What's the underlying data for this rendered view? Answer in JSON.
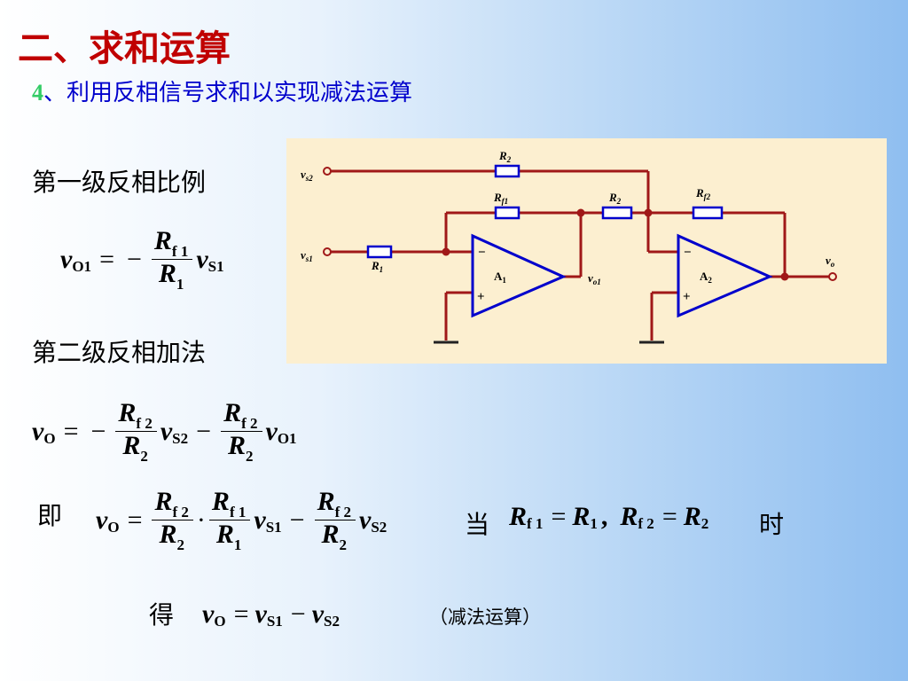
{
  "slide": {
    "title": "二、求和运算",
    "subtitle_num": "4",
    "subtitle_text": "、利用反相信号求和以实现减法运算",
    "stage1_label": "第一级反相比例",
    "stage2_label": "第二级反相加法",
    "ji": "即",
    "dang": "当",
    "shi": "时",
    "de": "得",
    "note": "（减法运算）"
  },
  "eq1": {
    "lhs": "v",
    "lhs_sub": "O1",
    "num": "R",
    "num_sub": "f 1",
    "den": "R",
    "den_sub": "1",
    "var": "v",
    "var_sub": "S1"
  },
  "eq2": {
    "lhs": "v",
    "lhs_sub": "O",
    "t1_num": "R",
    "t1_num_sub": "f 2",
    "t1_den": "R",
    "t1_den_sub": "2",
    "t1_var": "v",
    "t1_var_sub": "S2",
    "t2_num": "R",
    "t2_num_sub": "f 2",
    "t2_den": "R",
    "t2_den_sub": "2",
    "t2_var": "v",
    "t2_var_sub": "O1"
  },
  "eq3": {
    "lhs": "v",
    "lhs_sub": "O",
    "a_num": "R",
    "a_num_sub": "f 2",
    "a_den": "R",
    "a_den_sub": "2",
    "b_num": "R",
    "b_num_sub": "f 1",
    "b_den": "R",
    "b_den_sub": "1",
    "b_var": "v",
    "b_var_sub": "S1",
    "c_num": "R",
    "c_num_sub": "f 2",
    "c_den": "R",
    "c_den_sub": "2",
    "c_var": "v",
    "c_var_sub": "S2"
  },
  "cond": {
    "a": "R",
    "a_sub": "f 1",
    "b": "R",
    "b_sub": "1",
    "c": "R",
    "c_sub": "f 2",
    "d": "R",
    "d_sub": "2"
  },
  "result": {
    "lhs": "v",
    "lhs_sub": "O",
    "a": "v",
    "a_sub": "S1",
    "b": "v",
    "b_sub": "S2"
  },
  "circuit": {
    "vs2": "v",
    "vs2_sub": "s2",
    "vs1": "v",
    "vs1_sub": "s1",
    "vo1": "v",
    "vo1_sub": "o1",
    "vo": "v",
    "vo_sub": "o",
    "r2_top": "R",
    "r2_top_sub": "2",
    "rf1": "R",
    "rf1_sub": "f1",
    "r2_mid": "R",
    "r2_mid_sub": "2",
    "rf2": "R",
    "rf2_sub": "f2",
    "r1": "R",
    "r1_sub": "1",
    "a1": "A",
    "a1_sub": "1",
    "a2": "A",
    "a2_sub": "2",
    "minus": "−",
    "plus": "+"
  }
}
